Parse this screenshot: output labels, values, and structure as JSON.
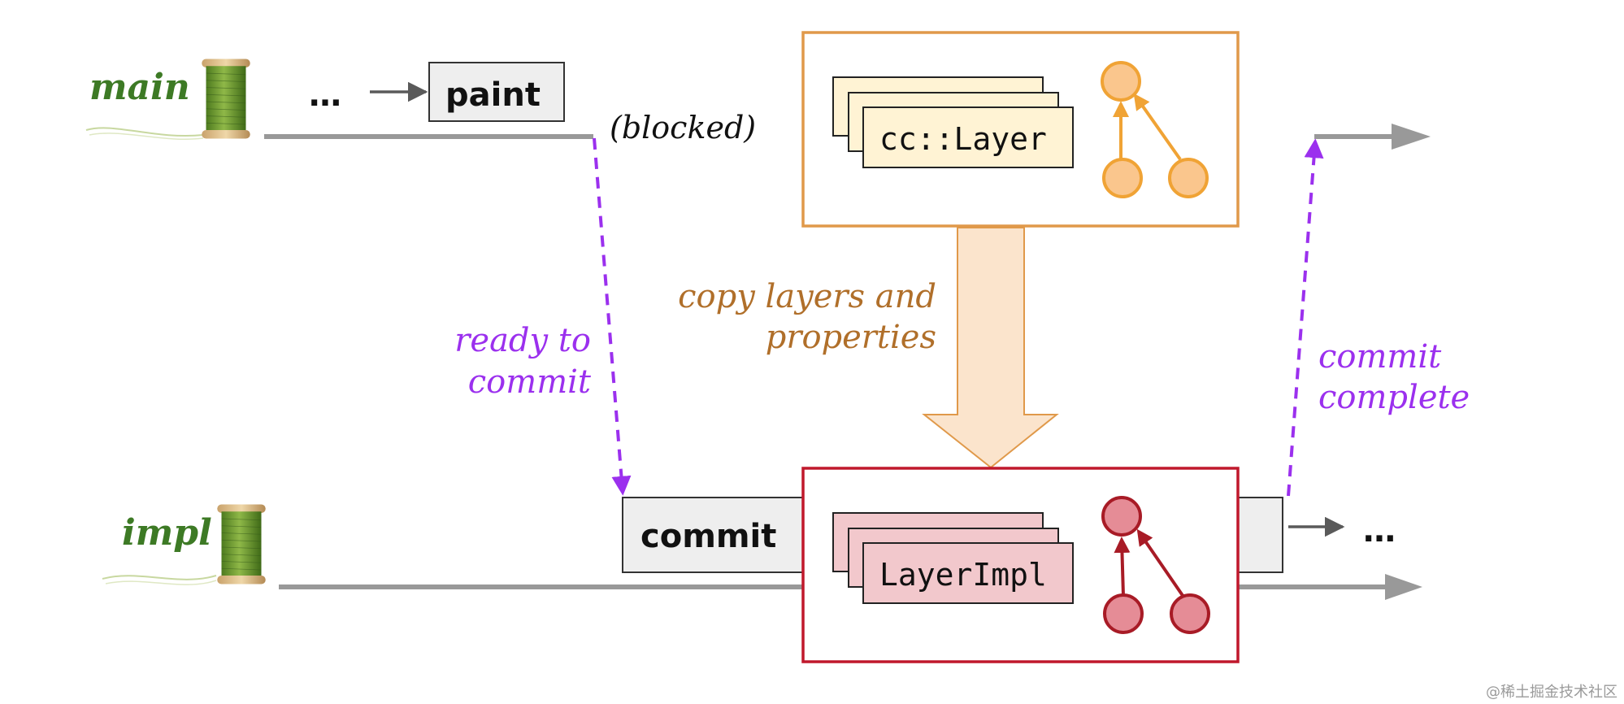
{
  "threads": {
    "main": {
      "label": "main"
    },
    "impl": {
      "label": "impl"
    }
  },
  "main_flow": {
    "ellipsis": "…",
    "paint_label": "paint",
    "blocked_label": "(blocked)"
  },
  "impl_flow": {
    "commit_label": "commit",
    "ellipsis": "…"
  },
  "main_layers": {
    "stack_label": "cc::Layer"
  },
  "impl_layers": {
    "stack_label": "LayerImpl"
  },
  "copy_arrow": {
    "line1": "copy layers and",
    "line2": "properties"
  },
  "ready_to_commit": {
    "line1": "ready to",
    "line2": "commit"
  },
  "commit_complete": {
    "line1": "commit",
    "line2": "complete"
  },
  "watermark": "@稀土掘金技术社区",
  "colors": {
    "thread_label_green": "#3d7a25",
    "timeline_gray": "#999999",
    "signal_purple": "#9b30ee",
    "main_box_orange": "#e0994a",
    "copy_text_brown": "#b06f2a",
    "copy_arrow_fill": "#fbe4cc",
    "layer_card_fill": "#fff3d4",
    "main_node_fill": "#fac68d",
    "main_node_stroke": "#f0a335",
    "impl_box_red": "#c0182c",
    "impl_card_fill": "#f2c8cc",
    "impl_node_fill": "#e58c96",
    "impl_node_stroke": "#a81b26",
    "task_box_fill": "#eeeeee"
  },
  "icons": [
    "thread-spool-icon"
  ]
}
